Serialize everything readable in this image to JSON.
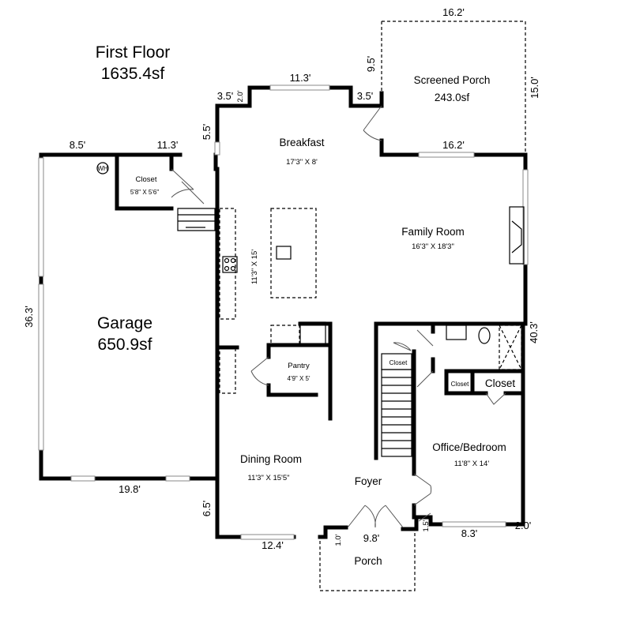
{
  "title": {
    "line1": "First Floor",
    "line2": "1635.4sf"
  },
  "rooms": {
    "breakfast": {
      "name": "Breakfast",
      "size": "17'3\" X 8'"
    },
    "screened_porch": {
      "name": "Screened Porch",
      "area": "243.0sf"
    },
    "family_room": {
      "name": "Family Room",
      "size": "16'3\" X 18'3\""
    },
    "closet_garage": {
      "name": "Closet",
      "size": "5'8\" X 5'6\""
    },
    "garage": {
      "name": "Garage",
      "area": "650.9sf"
    },
    "kitchen": {
      "size": "11'3\" X 15'"
    },
    "pantry": {
      "name": "Pantry",
      "size": "4'9\" X 5'"
    },
    "closet_stair": {
      "name": "Closet"
    },
    "closet_small": {
      "name": "Closet"
    },
    "closet_office": {
      "name": "Closet"
    },
    "dining_room": {
      "name": "Dining Room",
      "size": "11'3\" X 15'5\""
    },
    "foyer": {
      "name": "Foyer"
    },
    "office": {
      "name": "Office/Bedroom",
      "size": "11'8\" X 14'"
    },
    "porch": {
      "name": "Porch"
    }
  },
  "symbols": {
    "water_heater": "WH"
  },
  "measurements": {
    "porch_top": "16.2'",
    "porch_left": "9.5'",
    "porch_right": "15.0'",
    "bay_top": "11.3'",
    "bay_left_diag": "2.0'",
    "bay_left": "3.5'",
    "bay_right": "3.5'",
    "porch_bottom": "16.2'",
    "left_offset": "5.5'",
    "garage_top_left": "8.5'",
    "garage_top_right": "11.3'",
    "garage_side": "36.3'",
    "right_side": "40.3'",
    "garage_bottom": "19.8'",
    "dining_offset": "6.5'",
    "front_left": "12.4'",
    "porch_depth": "1.0'",
    "porch_width": "9.8'",
    "front_step": "1.5'",
    "office_bottom": "8.3'",
    "office_corner": "2.0'"
  }
}
